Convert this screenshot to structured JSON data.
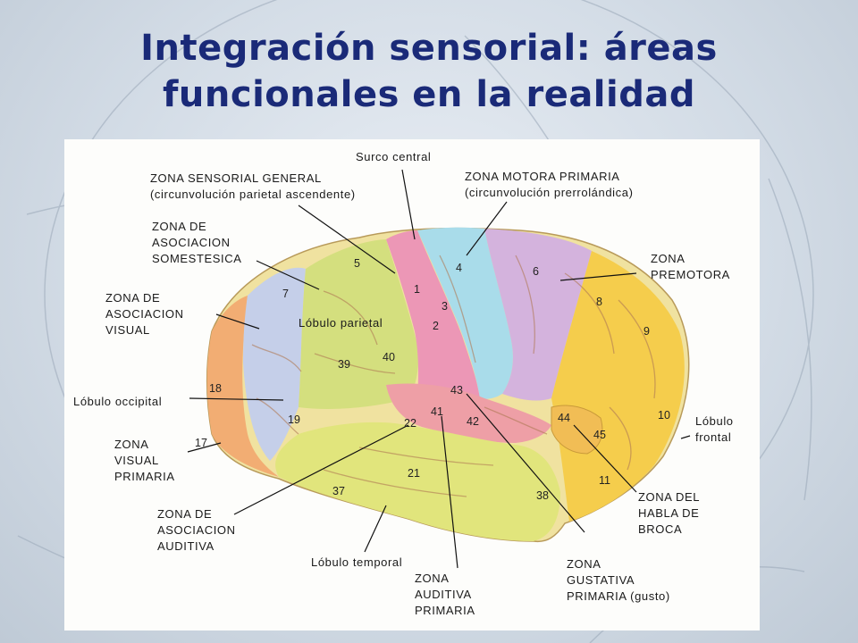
{
  "title": {
    "line1": "Integración sensorial: áreas",
    "line2": "funcionales en la realidad"
  },
  "labels": {
    "surco_central": "Surco central",
    "sensorial_1": "ZONA SENSORIAL GENERAL",
    "sensorial_2": "(circunvolución parietal ascendente)",
    "motora_1": "ZONA MOTORA PRIMARIA",
    "motora_2": "(circunvolución prerrolándica)",
    "asoc_som_1": "ZONA DE",
    "asoc_som_2": "ASOCIACION",
    "asoc_som_3": "SOMESTESICA",
    "premotora_1": "ZONA",
    "premotora_2": "PREMOTORA",
    "asoc_vis_1": "ZONA DE",
    "asoc_vis_2": "ASOCIACION",
    "asoc_vis_3": "VISUAL",
    "lobulo_parietal": "Lóbulo parietal",
    "lobulo_occipital": "Lóbulo occipital",
    "lobulo_frontal_1": "Lóbulo",
    "lobulo_frontal_2": "frontal",
    "visual_prim_1": "ZONA",
    "visual_prim_2": "VISUAL",
    "visual_prim_3": "PRIMARIA",
    "asoc_aud_1": "ZONA DE",
    "asoc_aud_2": "ASOCIACION",
    "asoc_aud_3": "AUDITIVA",
    "lobulo_temporal": "Lóbulo temporal",
    "auditiva_1": "ZONA",
    "auditiva_2": "AUDITIVA",
    "auditiva_3": "PRIMARIA",
    "broca_1": "ZONA DEL",
    "broca_2": "HABLA DE",
    "broca_3": "BROCA",
    "gustativa_1": "ZONA",
    "gustativa_2": "GUSTATIVA",
    "gustativa_3": "PRIMARIA (gusto)"
  },
  "areas": {
    "a1": "1",
    "a2": "2",
    "a3": "3",
    "a4": "4",
    "a5": "5",
    "a6": "6",
    "a7": "7",
    "a8": "8",
    "a9": "9",
    "a10": "10",
    "a11": "11",
    "a17": "17",
    "a18": "18",
    "a19": "19",
    "a21": "21",
    "a22": "22",
    "a37": "37",
    "a38": "38",
    "a39": "39",
    "a40": "40",
    "a41": "41",
    "a42": "42",
    "a43": "43",
    "a44": "44",
    "a45": "45"
  },
  "colors": {
    "title": "#1a2a78",
    "sensory": "#ec97b6",
    "motor": "#a9dcea",
    "premotor": "#d4b3dd",
    "frontal": "#f5cd4c",
    "parietal_assoc": "#d4df7e",
    "visual_assoc": "#c5cfe9",
    "occipital": "#f2ad73",
    "temporal": "#e1e57c",
    "auditory": "#ee9fa6",
    "gustatory": "#e58ea9"
  }
}
